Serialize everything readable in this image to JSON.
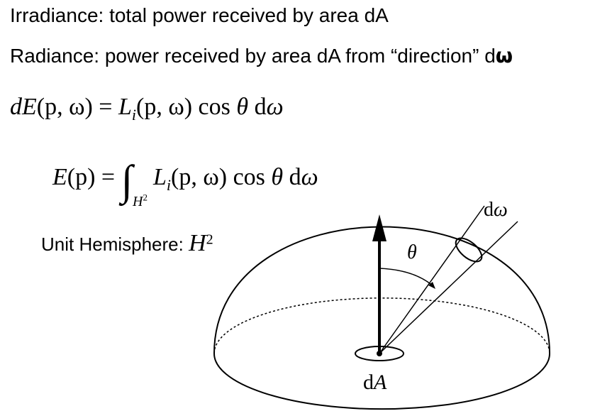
{
  "heading": {
    "irradiance": "Irradiance: total power received by area dA",
    "radiance": "Radiance: power received by area dA from “direction” d",
    "radiance_omega": "ω"
  },
  "equations": {
    "dE_lhs": "dE",
    "dE_args": "(p, ω) = ",
    "L": "L",
    "sub_i": "i",
    "L_args": "(p, ω) cos ",
    "theta": "θ",
    "d": " d",
    "omega": "ω",
    "E_lhs": "E",
    "E_args": "(p) = ",
    "integral": "∫",
    "H": "H",
    "sup2": "2"
  },
  "hemisphere": {
    "label": "Unit Hemisphere: ",
    "H": "H",
    "sup": "2"
  },
  "diagram_labels": {
    "theta": "θ",
    "d": "d",
    "omega": "ω",
    "dA_d": "d",
    "dA_A": "A"
  }
}
